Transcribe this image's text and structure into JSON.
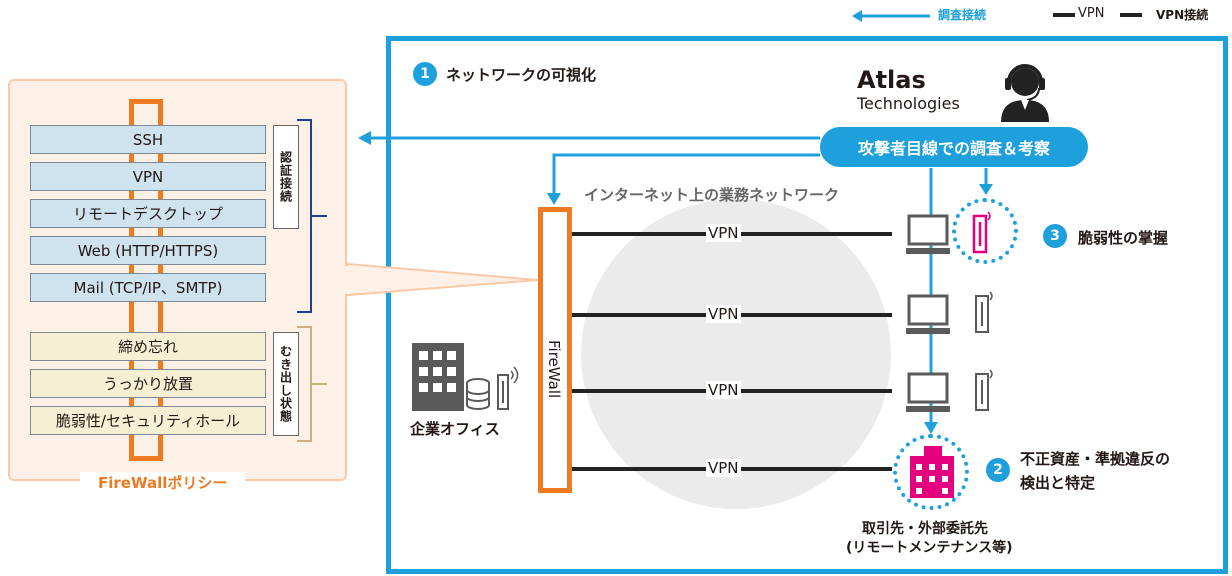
{
  "legend": {
    "investigation": "調査接続",
    "vpn_line": "VPN",
    "vpn_connection": "VPN接続"
  },
  "steps": [
    {
      "num": "1",
      "label": "ネットワークの可視化"
    },
    {
      "num": "2",
      "label_line1": "不正資産・準拠違反の",
      "label_line2": "検出と特定"
    },
    {
      "num": "3",
      "label": "脆弱性の掌握"
    }
  ],
  "company": {
    "name": "Atlas",
    "sub": "Technologies"
  },
  "attack_banner": "攻撃者目線での調査＆考察",
  "network_title": "インターネット上の業務ネットワーク",
  "firewall_label": "FireWall",
  "office_label": "企業オフィス",
  "partner_line1": "取引先・外部委託先",
  "partner_line2": "(リモートメンテナンス等)",
  "vpn_labels": [
    "VPN",
    "VPN",
    "VPN",
    "VPN"
  ],
  "policy": {
    "title": "FireWallポリシー",
    "auth_items": [
      "SSH",
      "VPN",
      "リモートデスクトップ",
      "Web (HTTP/HTTPS)",
      "Mail (TCP/IP、SMTP)"
    ],
    "auth_label": "認証接続",
    "exposed_items": [
      "締め忘れ",
      "うっかり放置",
      "脆弱性/セキュリティホール"
    ],
    "exposed_label": "むき出し状態"
  },
  "colors": {
    "blue": "#1ea0dc",
    "orange": "#ee7a22",
    "pink": "#e5007f",
    "navy": "#1f3f8f"
  }
}
